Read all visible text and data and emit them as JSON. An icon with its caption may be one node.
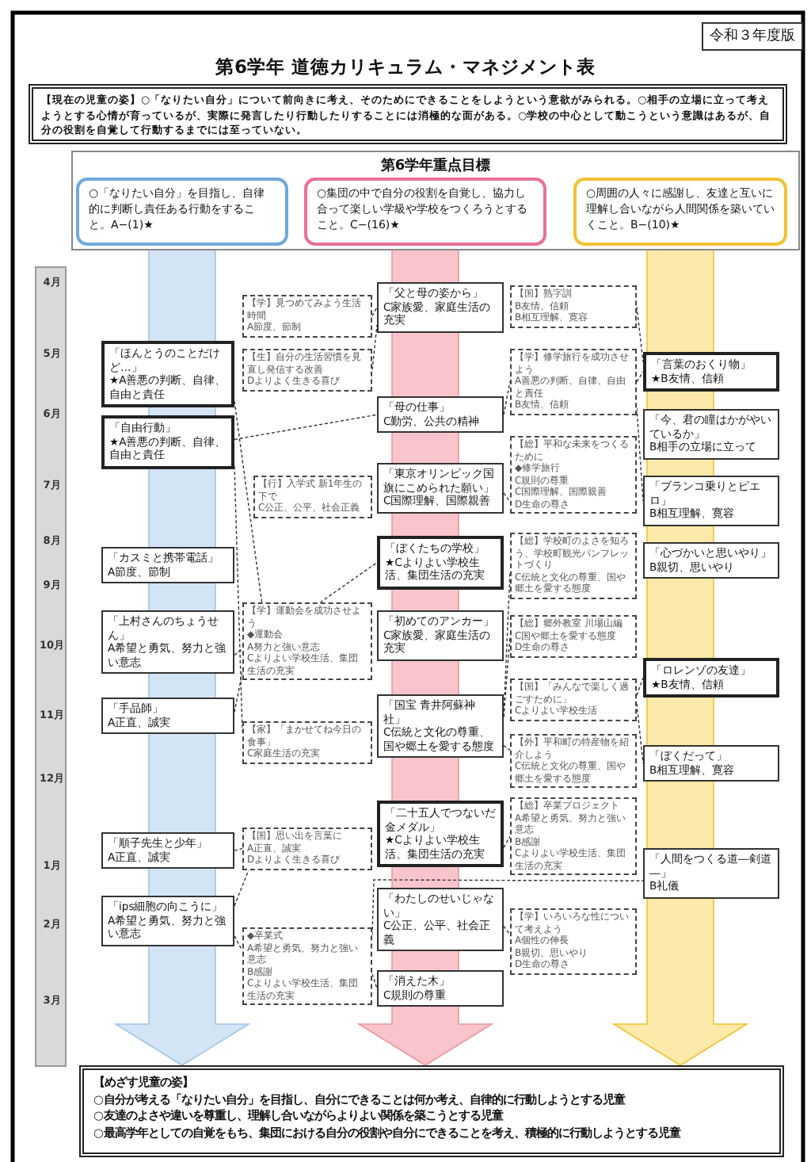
{
  "diagram": {
    "title": "第6学年 道徳カリキュラム・マネジメント表",
    "nodes": [
      {
        "text": [
          "令和３年度版"
        ]
      },
      {
        "text": [
          "【現在の児童の姿】○「なりたい自分」について前向きに考え、そのためにできることをしようという意欲がみられる。○相手の立場に立って考えようとする心情が育っているが、実際に発言したり行動したりすることには消極的な面がある。○学校の中心として動こうという意識はあるが、自分の役割を自覚して行動するまでには至っていない。"
        ]
      },
      {
        "text": [
          "第6学年重点目標"
        ]
      },
      {
        "text": [
          "○「なりたい自分」を目指し、自律的に判断し責任ある行動をすること。A−(1)★"
        ],
        "in": 2
      },
      {
        "text": [
          "○集団の中で自分の役割を自覚し、協力し合って楽しい学級や学校をつくろうとすること。C−(16)★"
        ],
        "in": 2
      },
      {
        "text": [
          "○周囲の人々に感謝し、友達と互いに理解し合いながら人間関係を築いていくこと。B−(10)★"
        ],
        "in": 2
      },
      {
        "text": [
          "4月",
          "5月",
          "6月",
          "7月",
          "8月",
          "9月",
          "10月",
          "11月",
          "12月",
          "1月",
          "2月",
          "3月"
        ]
      },
      {
        "text": [
          "「ほんとうのことだけど…」",
          "★A善悪の判断、自律、自由と責任"
        ]
      },
      {
        "text": [
          "「自由行動」",
          "★A善悪の判断、自律、自由と責任"
        ]
      },
      {
        "text": [
          "「カスミと携帯電話」",
          "A節度、節制"
        ]
      },
      {
        "text": [
          "「上村さんのちょうせん」",
          "A希望と勇気、努力と強い意志"
        ]
      },
      {
        "text": [
          "「手品師」",
          "A正直、誠実"
        ]
      },
      {
        "text": [
          "「順子先生と少年」",
          "A正直、誠実"
        ]
      },
      {
        "text": [
          "「ips細胞の向こうに」",
          "A希望と勇気、努力と強い意志"
        ]
      },
      {
        "text": [
          "「父と母の姿から」",
          "C家族愛、家庭生活の充実"
        ]
      },
      {
        "text": [
          "「母の仕事」",
          "C勤労、公共の精神"
        ]
      },
      {
        "text": [
          "「東京オリンピック国旗にこめられた願い」",
          "C国際理解、国際親善"
        ]
      },
      {
        "text": [
          "「ぼくたちの学校」",
          "★Cよりよい学校生活、集団生活の充実"
        ]
      },
      {
        "text": [
          "「初めてのアンカー」",
          "C家族愛、家庭生活の充実"
        ]
      },
      {
        "text": [
          "「国宝 青井阿蘇神社」",
          "C伝統と文化の尊重、国や郷土を愛する態度"
        ]
      },
      {
        "text": [
          "「二十五人でつないだ金メダル」",
          "★Cよりよい学校生活、集団生活の充実"
        ]
      },
      {
        "text": [
          "「わたしのせいじゃない」",
          "C公正、公平、社会正義"
        ]
      },
      {
        "text": [
          "「消えた木」",
          "C規則の尊重"
        ]
      },
      {
        "text": [
          "「言葉のおくり物」",
          "★B友情、信頼"
        ]
      },
      {
        "text": [
          "「今、君の瞳はかがやいているか」",
          "B相手の立場に立って"
        ]
      },
      {
        "text": [
          "「ブランコ乗りとピエロ」",
          "B相互理解、寛容"
        ]
      },
      {
        "text": [
          "「心づかいと思いやり」",
          "B親切、思いやり"
        ]
      },
      {
        "text": [
          "「ロレンゾの友達」",
          "★B友情、信頼"
        ]
      },
      {
        "text": [
          "「ぼくだって」",
          "B相互理解、寛容"
        ]
      },
      {
        "text": [
          "「人間をつくる道―剣道―」",
          "B礼儀"
        ]
      },
      {
        "text": [
          "【学】見つめてみよう生活時間",
          "A節度、節制"
        ]
      },
      {
        "text": [
          "【生】自分の生活習慣を見直し発信する改善",
          "Dよりよく生きる喜び"
        ]
      },
      {
        "text": [
          "【行】入学式 新1年生の下で",
          "C公正、公平、社会正義"
        ]
      },
      {
        "text": [
          "【国】熟字訓",
          "B友情、信頼",
          "B相互理解、寛容"
        ]
      },
      {
        "text": [
          "【学】修学旅行を成功させよう",
          "A善悪の判断、自律、自由と責任",
          "B友情、信頼"
        ]
      },
      {
        "text": [
          "【総】平和な未来をつくるために",
          "◆修学旅行",
          "C規則の尊重",
          "C国際理解、国際親善",
          "D生命の尊さ"
        ]
      },
      {
        "text": [
          "【学】運動会を成功させよう",
          "◆運動会",
          "A努力と強い意志",
          "Cよりよい学校生活、集団生活の充実"
        ]
      },
      {
        "text": [
          "【家】「まかせてね今日の食事」",
          "C家庭生活の充実"
        ]
      },
      {
        "text": [
          "【総】学校町のよさを知ろう、学校町観光パンフレットづくり",
          "C伝統と文化の尊重、国や郷土を愛する態度"
        ]
      },
      {
        "text": [
          "【総】郷外教室 川場山編",
          "C国や郷土を愛する態度",
          "D生命の尊さ"
        ]
      },
      {
        "text": [
          "【国】「みんなで楽しく過ごすために」",
          "Cよりよい学校生活"
        ]
      },
      {
        "text": [
          "【外】平和町の特産物を紹介しよう",
          "C伝統と文化の尊重、国や郷土を愛する態度"
        ]
      },
      {
        "text": [
          "【総】卒業プロジェクト",
          "A希望と勇気、努力と強い意志",
          "B感謝",
          "Cよりよい学校生活、集団生活の充実"
        ]
      },
      {
        "text": [
          "【国】思い出を言葉に",
          "A正直、誠実",
          "Dよりよく生きる喜び"
        ]
      },
      {
        "text": [
          "◆卒業式",
          "A希望と勇気、努力と強い意志",
          "B感謝",
          "Cよりよい学校生活、集団生活の充実"
        ]
      },
      {
        "text": [
          "【学】いろいろな性について考えよう",
          "A個性の伸長",
          "B親切、思いやり",
          "D生命の尊さ"
        ]
      },
      {
        "text": [
          "【めざす児童の姿】",
          "○自分が考える「なりたい自分」を目指し、自分にできることは何か考え、自律的に行動しようとする児童",
          "○友達のよさや違いを尊重し、理解し合いながらよりよい関係を築こうとする児童",
          "○最高学年としての自覚をもち、集団における自分の役割や自分にできることを考え、積極的に行動しようとする児童"
        ]
      }
    ],
    "edges": [
      {
        "from": 30,
        "to": 14,
        "arrow": "none",
        "style": "dashed"
      },
      {
        "from": 31,
        "to": 14,
        "arrow": "none",
        "style": "dashed"
      },
      {
        "from": 8,
        "to": 15,
        "arrow": "none",
        "style": "dashed"
      },
      {
        "from": 7,
        "to": 36,
        "arrow": "none",
        "style": "dashed"
      },
      {
        "from": 8,
        "to": 37,
        "arrow": "none",
        "style": "dashed"
      },
      {
        "from": 10,
        "to": 36,
        "arrow": "none",
        "style": "dashed"
      },
      {
        "from": 11,
        "to": 36,
        "arrow": "none",
        "style": "dashed"
      },
      {
        "from": 36,
        "to": 17,
        "arrow": "none",
        "style": "dashed"
      },
      {
        "from": 15,
        "to": 34,
        "arrow": "none",
        "style": "dashed"
      },
      {
        "from": 34,
        "to": 23,
        "arrow": "none",
        "style": "dashed"
      },
      {
        "from": 33,
        "to": 23,
        "arrow": "none",
        "style": "dashed"
      },
      {
        "from": 34,
        "to": 25,
        "arrow": "none",
        "style": "dashed"
      },
      {
        "from": 16,
        "to": 35,
        "arrow": "none",
        "style": "dashed"
      },
      {
        "from": 19,
        "to": 38,
        "arrow": "none",
        "style": "dashed"
      },
      {
        "from": 19,
        "to": 39,
        "arrow": "none",
        "style": "dashed"
      },
      {
        "from": 19,
        "to": 41,
        "arrow": "none",
        "style": "dashed"
      },
      {
        "from": 40,
        "to": 27,
        "arrow": "none",
        "style": "dashed"
      },
      {
        "from": 40,
        "to": 28,
        "arrow": "none",
        "style": "dashed"
      },
      {
        "from": 20,
        "to": 42,
        "arrow": "none",
        "style": "dashed"
      },
      {
        "from": 12,
        "to": 43,
        "arrow": "none",
        "style": "dashed"
      },
      {
        "from": 13,
        "to": 43,
        "arrow": "none",
        "style": "dashed"
      },
      {
        "from": 13,
        "to": 44,
        "arrow": "none",
        "style": "dashed"
      },
      {
        "from": 44,
        "to": 22,
        "arrow": "none",
        "style": "dashed"
      },
      {
        "from": 44,
        "to": 29,
        "arrow": "none",
        "style": "dashed"
      },
      {
        "from": 21,
        "to": 45,
        "arrow": "none",
        "style": "dashed"
      },
      {
        "from": 3,
        "to": 46,
        "arrow": "to",
        "color": "#d3e4f5"
      },
      {
        "from": 4,
        "to": 46,
        "arrow": "to",
        "color": "#f9c4cc"
      },
      {
        "from": 5,
        "to": 46,
        "arrow": "to",
        "color": "#fde9a9"
      }
    ]
  }
}
